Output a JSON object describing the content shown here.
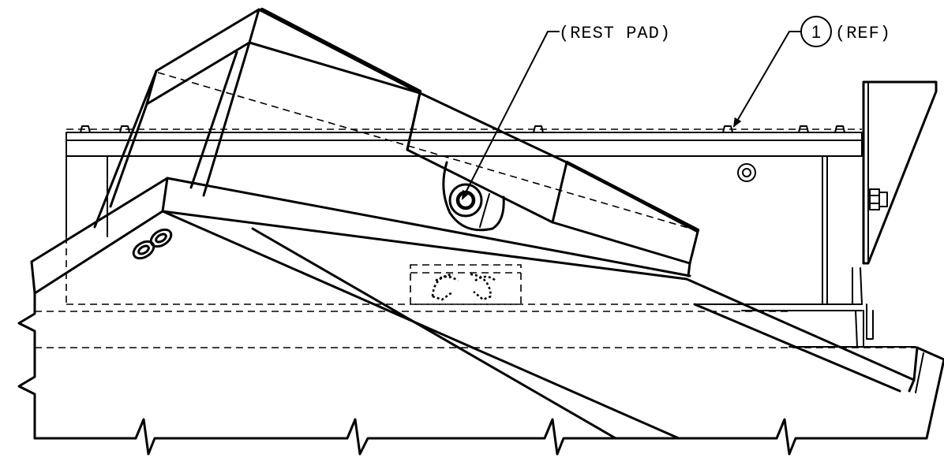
{
  "callouts": {
    "rest_pad": "(REST PAD)",
    "item_number": "1",
    "item_ref": "(REF)"
  }
}
